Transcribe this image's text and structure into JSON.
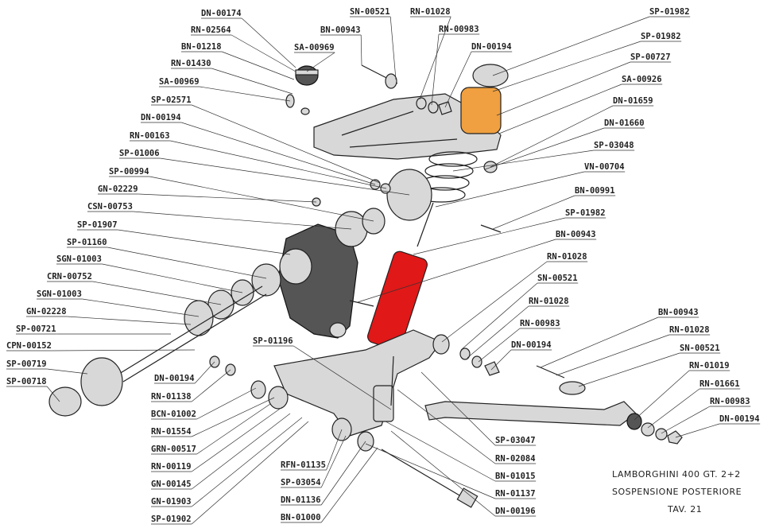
{
  "caption": {
    "line1": "LAMBORGHINI 400 GT. 2+2",
    "line2": "SOSPENSIONE POSTERIORE",
    "line3": "TAV. 21"
  },
  "colors": {
    "orange_part": "#f0a040",
    "red_part": "#e01818"
  },
  "labels": [
    "DN-00174",
    "RN-02564",
    "BN-01218",
    "RN-01430",
    "SA-00969",
    "SP-02571",
    "DN-00194",
    "RN-00163",
    "SP-01006",
    "SP-00994",
    "GN-02229",
    "CSN-00753",
    "SP-01907",
    "SP-01160",
    "SGN-01003",
    "CRN-00752",
    "SGN-01003",
    "GN-02228",
    "SP-00721",
    "CPN-00152",
    "SP-00719",
    "SP-00718",
    "BN-00943",
    "SA-00969",
    "SN-00521",
    "RN-01028",
    "RN-00983",
    "DN-00194",
    "SP-01982",
    "SP-01982",
    "SP-00727",
    "SA-00926",
    "DN-01659",
    "DN-01660",
    "SP-03048",
    "VN-00704",
    "BN-00991",
    "SP-01982",
    "BN-00943",
    "RN-01028",
    "SN-00521",
    "RN-01028",
    "RN-00983",
    "DN-00194",
    "SP-01196",
    "DN-00194",
    "RN-01138",
    "BCN-01002",
    "RN-01554",
    "GRN-00517",
    "RN-00119",
    "GN-00145",
    "GN-01903",
    "SP-01902",
    "RFN-01135",
    "SP-03054",
    "DN-01136",
    "BN-01000",
    "SP-03047",
    "RN-02084",
    "BN-01015",
    "RN-01137",
    "DN-00196",
    "BN-00943",
    "RN-01028",
    "SN-00521",
    "RN-01019",
    "RN-01661",
    "RN-00983",
    "DN-00194"
  ]
}
